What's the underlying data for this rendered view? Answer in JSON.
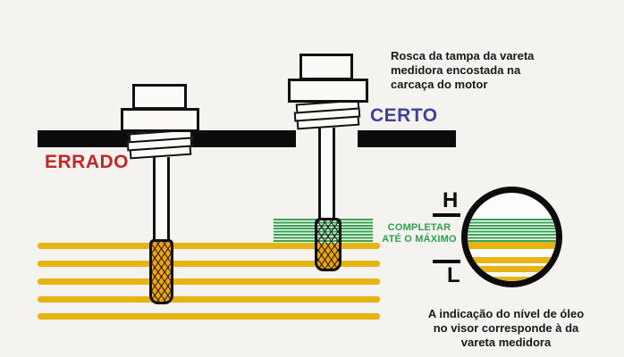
{
  "labels": {
    "wrong": "ERRADO",
    "correct": "CERTO",
    "gauge_high": "H",
    "gauge_low": "L"
  },
  "annotations": {
    "thread_note": [
      "Rosca da tampa da vareta",
      "medidora encostada na",
      "carcaça do motor"
    ],
    "fill_note": [
      "COMPLETAR",
      "ATÉ O MÁXIMO"
    ],
    "sight_glass_note": [
      "A indicação do nível de óleo",
      "no visor corresponde à da",
      "vareta medidora"
    ]
  },
  "colors": {
    "background": "#f4f3f0",
    "casing_black": "#0c0c0c",
    "wrong_red": "#c32723",
    "correct_blue": "#4140a0",
    "oil_yellow": "#e6b414",
    "tip_orange": "#f0a50a",
    "max_green": "#2ea14c"
  }
}
